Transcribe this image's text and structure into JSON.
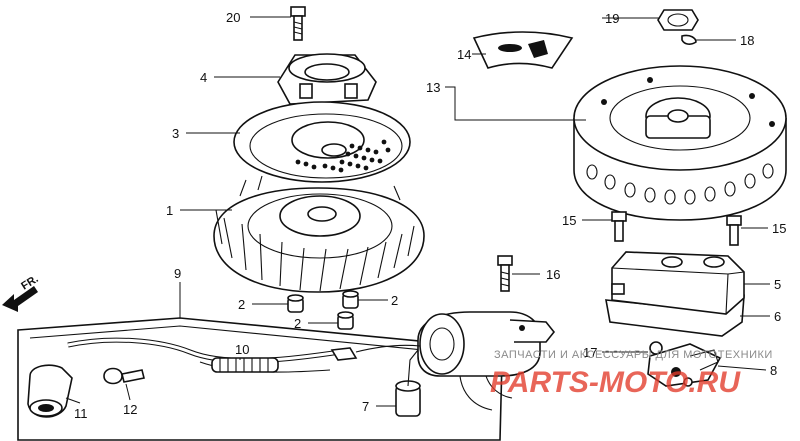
{
  "diagram": {
    "direction_label": "FR.",
    "callouts": [
      "1",
      "2",
      "2",
      "2",
      "3",
      "4",
      "5",
      "6",
      "7",
      "8",
      "9",
      "10",
      "11",
      "12",
      "13",
      "14",
      "15",
      "15",
      "16",
      "17",
      "18",
      "19",
      "20"
    ]
  },
  "watermark": {
    "line": "ЗАПЧАСТИ И АКСЕССУАРЫ ДЛЯ МОТОТЕХНИКИ",
    "logo": "PARTS-MOTO.RU",
    "color": "#e23a2a"
  }
}
